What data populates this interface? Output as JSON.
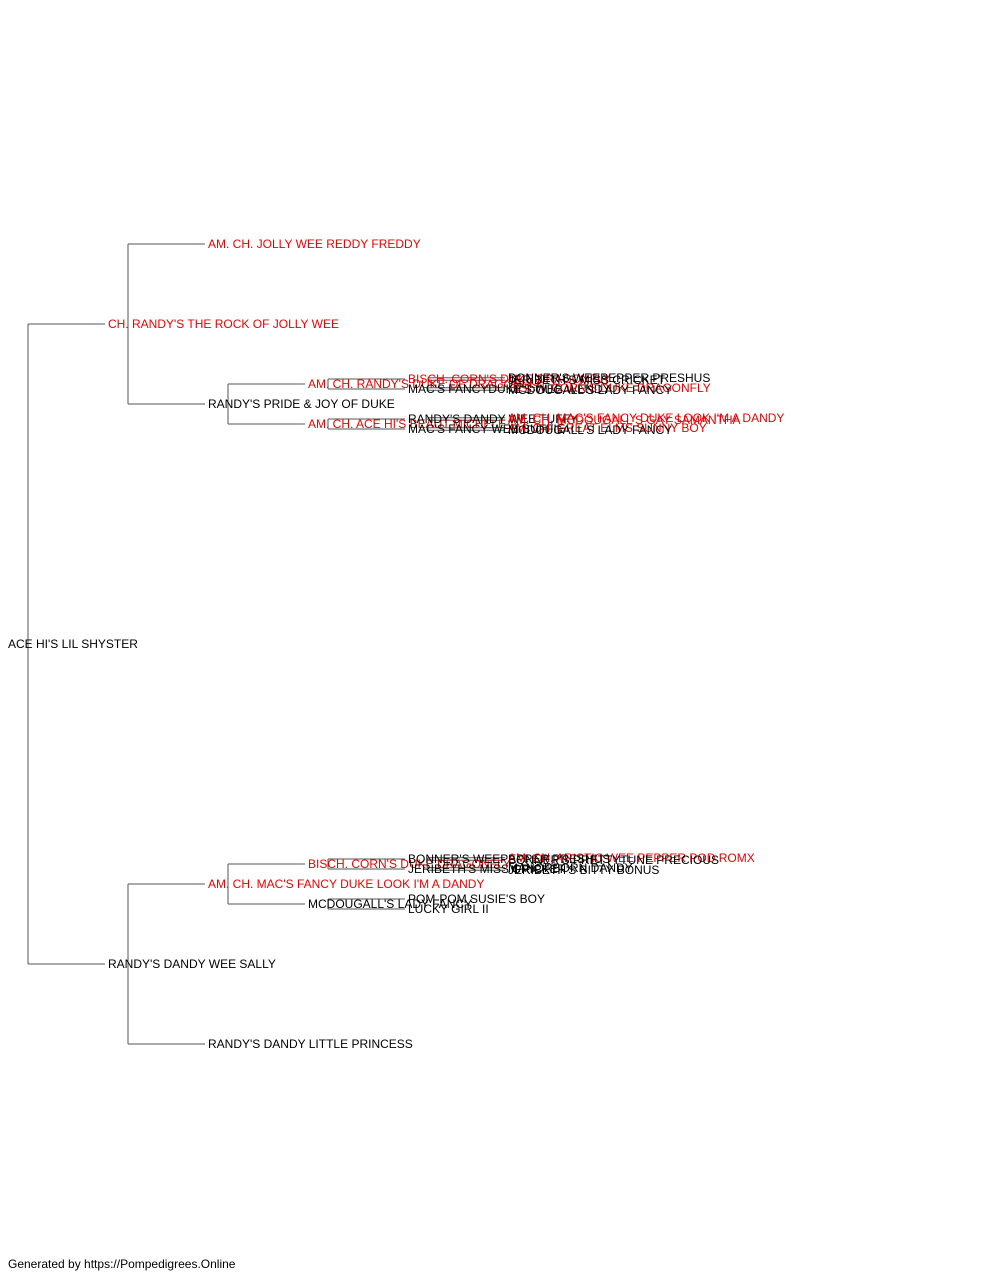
{
  "colors": {
    "champion": "#ee0000",
    "regular": "#000000",
    "connector": "#555555"
  },
  "pedigree": {
    "name": "ACE HI'S LIL SHYSTER",
    "champion": false,
    "sire": {
      "name": "CH. RANDY'S THE ROCK OF JOLLY WEE",
      "champion": true,
      "sire": {
        "name": "AM. CH. JOLLY WEE REDDY FREDDY",
        "champion": true
      },
      "dam": {
        "name": "RANDY'S PRIDE & JOY OF DUKE",
        "champion": false,
        "sire": {
          "name": "AM. CH. RANDY'S DUKE OF DRAGONFLY",
          "champion": true,
          "sire": {
            "name": "BISCH. CORN'S DUKE DRAGONFLY",
            "champion": true,
            "sire": {
              "name": "BONNER'S WEEPEPPER PRESHUS",
              "champion": false
            },
            "dam": {
              "name": "JERIBETH'S MISS CRICKET",
              "champion": false
            }
          },
          "dam": {
            "name": "MAC'S FANCYDUKE'S WEE WENDY",
            "champion": false,
            "sire": {
              "name": "BISCH. CORN'S DUKE DRAGONFLY",
              "champion": true
            },
            "dam": {
              "name": "MCDOUGALL'S LADY FANCY",
              "champion": false
            }
          }
        },
        "dam": {
          "name": "AM. CH. ACE HI'S BEAUT MICHELE",
          "champion": true,
          "sire": {
            "name": "RANDY'S DANDY WEE TUFFY",
            "champion": false,
            "sire": {
              "name": "AM. CH. MAC'S FANCY DUKE LOOK I'M A DANDY",
              "champion": true
            },
            "dam": {
              "name": "AM. CH. MCDOUGALL'S GAY SAMANTHA",
              "champion": true
            }
          },
          "dam": {
            "name": "MAC'S FANCY WEE BUFFIE",
            "champion": false,
            "sire": {
              "name": "AM. CH. GREAT ELMS SUNNY BOY",
              "champion": true
            },
            "dam": {
              "name": "MCDOUGALL'S LADY FANCY",
              "champion": false
            }
          }
        }
      }
    },
    "dam": {
      "name": "RANDY'S DANDY WEE SALLY",
      "champion": false,
      "sire": {
        "name": "AM. CH. MAC'S FANCY DUKE LOOK I'M A DANDY",
        "champion": true,
        "sire": {
          "name": "BISCH. CORN'S DUKE DRAGONFLY",
          "champion": true,
          "sire": {
            "name": "BONNER'S WEEPEPPER PRESHUS",
            "champion": false,
            "sire": {
              "name": "AM. CH. ARISTIC WEE PEPPER POD ROMX",
              "champion": true
            },
            "dam": {
              "name": "BONNER'S PRETTYTUNE PRECIOUS",
              "champion": false
            }
          },
          "dam": {
            "name": "JERIBETH'S MISS CRICKET",
            "champion": false,
            "sire": {
              "name": "MANORBORN DANDY",
              "champion": false
            },
            "dam": {
              "name": "JERIBETH'S BITTY BONUS",
              "champion": false
            }
          }
        },
        "dam": {
          "name": "MCDOUGALL'S LADY FANCY",
          "champion": false,
          "sire": {
            "name": "POM-POM SUSIE'S BOY",
            "champion": false
          },
          "dam": {
            "name": "LUCKY GIRL II",
            "champion": false
          }
        }
      },
      "dam": {
        "name": "RANDY'S DANDY LITTLE PRINCESS",
        "champion": false
      }
    }
  },
  "footer": "Generated by https://Pompedigrees.Online"
}
